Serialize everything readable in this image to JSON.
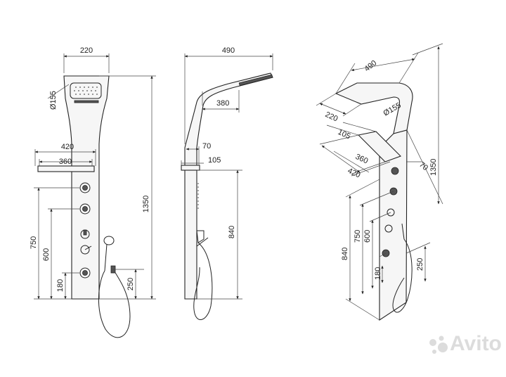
{
  "front_view": {
    "width_top": "220",
    "shower_diameter": "Ø155",
    "height_total": "1350",
    "waterfall_width": "420",
    "waterfall_inner": "360",
    "h_750": "750",
    "h_600": "600",
    "h_180": "180",
    "h_250": "250"
  },
  "side_view": {
    "depth_top": "490",
    "arm_length": "380",
    "w_70": "70",
    "w_105": "105",
    "h_840": "840"
  },
  "iso_view": {
    "d_490": "490",
    "d_220": "220",
    "d_155": "Ø155",
    "d_105": "105",
    "d_360": "360",
    "d_420": "420",
    "d_70": "70",
    "d_1350": "1350",
    "d_840": "840",
    "d_750": "750",
    "d_600": "600",
    "d_180": "180",
    "d_250": "250"
  },
  "watermark": "Avito"
}
